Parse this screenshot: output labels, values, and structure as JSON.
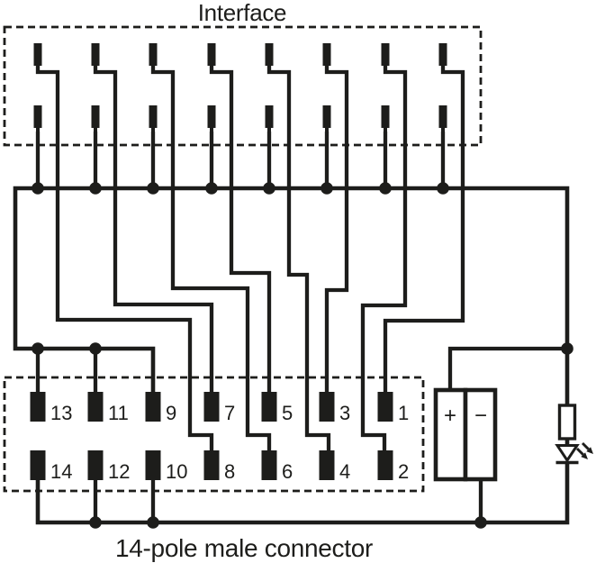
{
  "colors": {
    "ink": "#1d1d1b",
    "background": "#ffffff"
  },
  "interface_block": {
    "label": "Interface",
    "channel_count": 8,
    "pins_per_channel": 2
  },
  "connector_block": {
    "label": "14-pole male connector",
    "pole_count": 14,
    "top_row_labels": [
      "13",
      "11",
      "9",
      "7",
      "5",
      "3",
      "1"
    ],
    "bottom_row_labels": [
      "14",
      "12",
      "10",
      "8",
      "6",
      "4",
      "2"
    ]
  },
  "power_supply": {
    "plus_label": "+",
    "minus_label": "−"
  },
  "indicator": {
    "parts": [
      "resistor",
      "led"
    ]
  },
  "wiring": {
    "interface_channel_to_connector_pin": [
      8,
      7,
      6,
      5,
      4,
      3,
      2,
      1
    ],
    "plus_rail_connector_pins": [
      13,
      11,
      9
    ],
    "minus_rail_connector_pins": [
      14,
      12,
      10
    ]
  }
}
